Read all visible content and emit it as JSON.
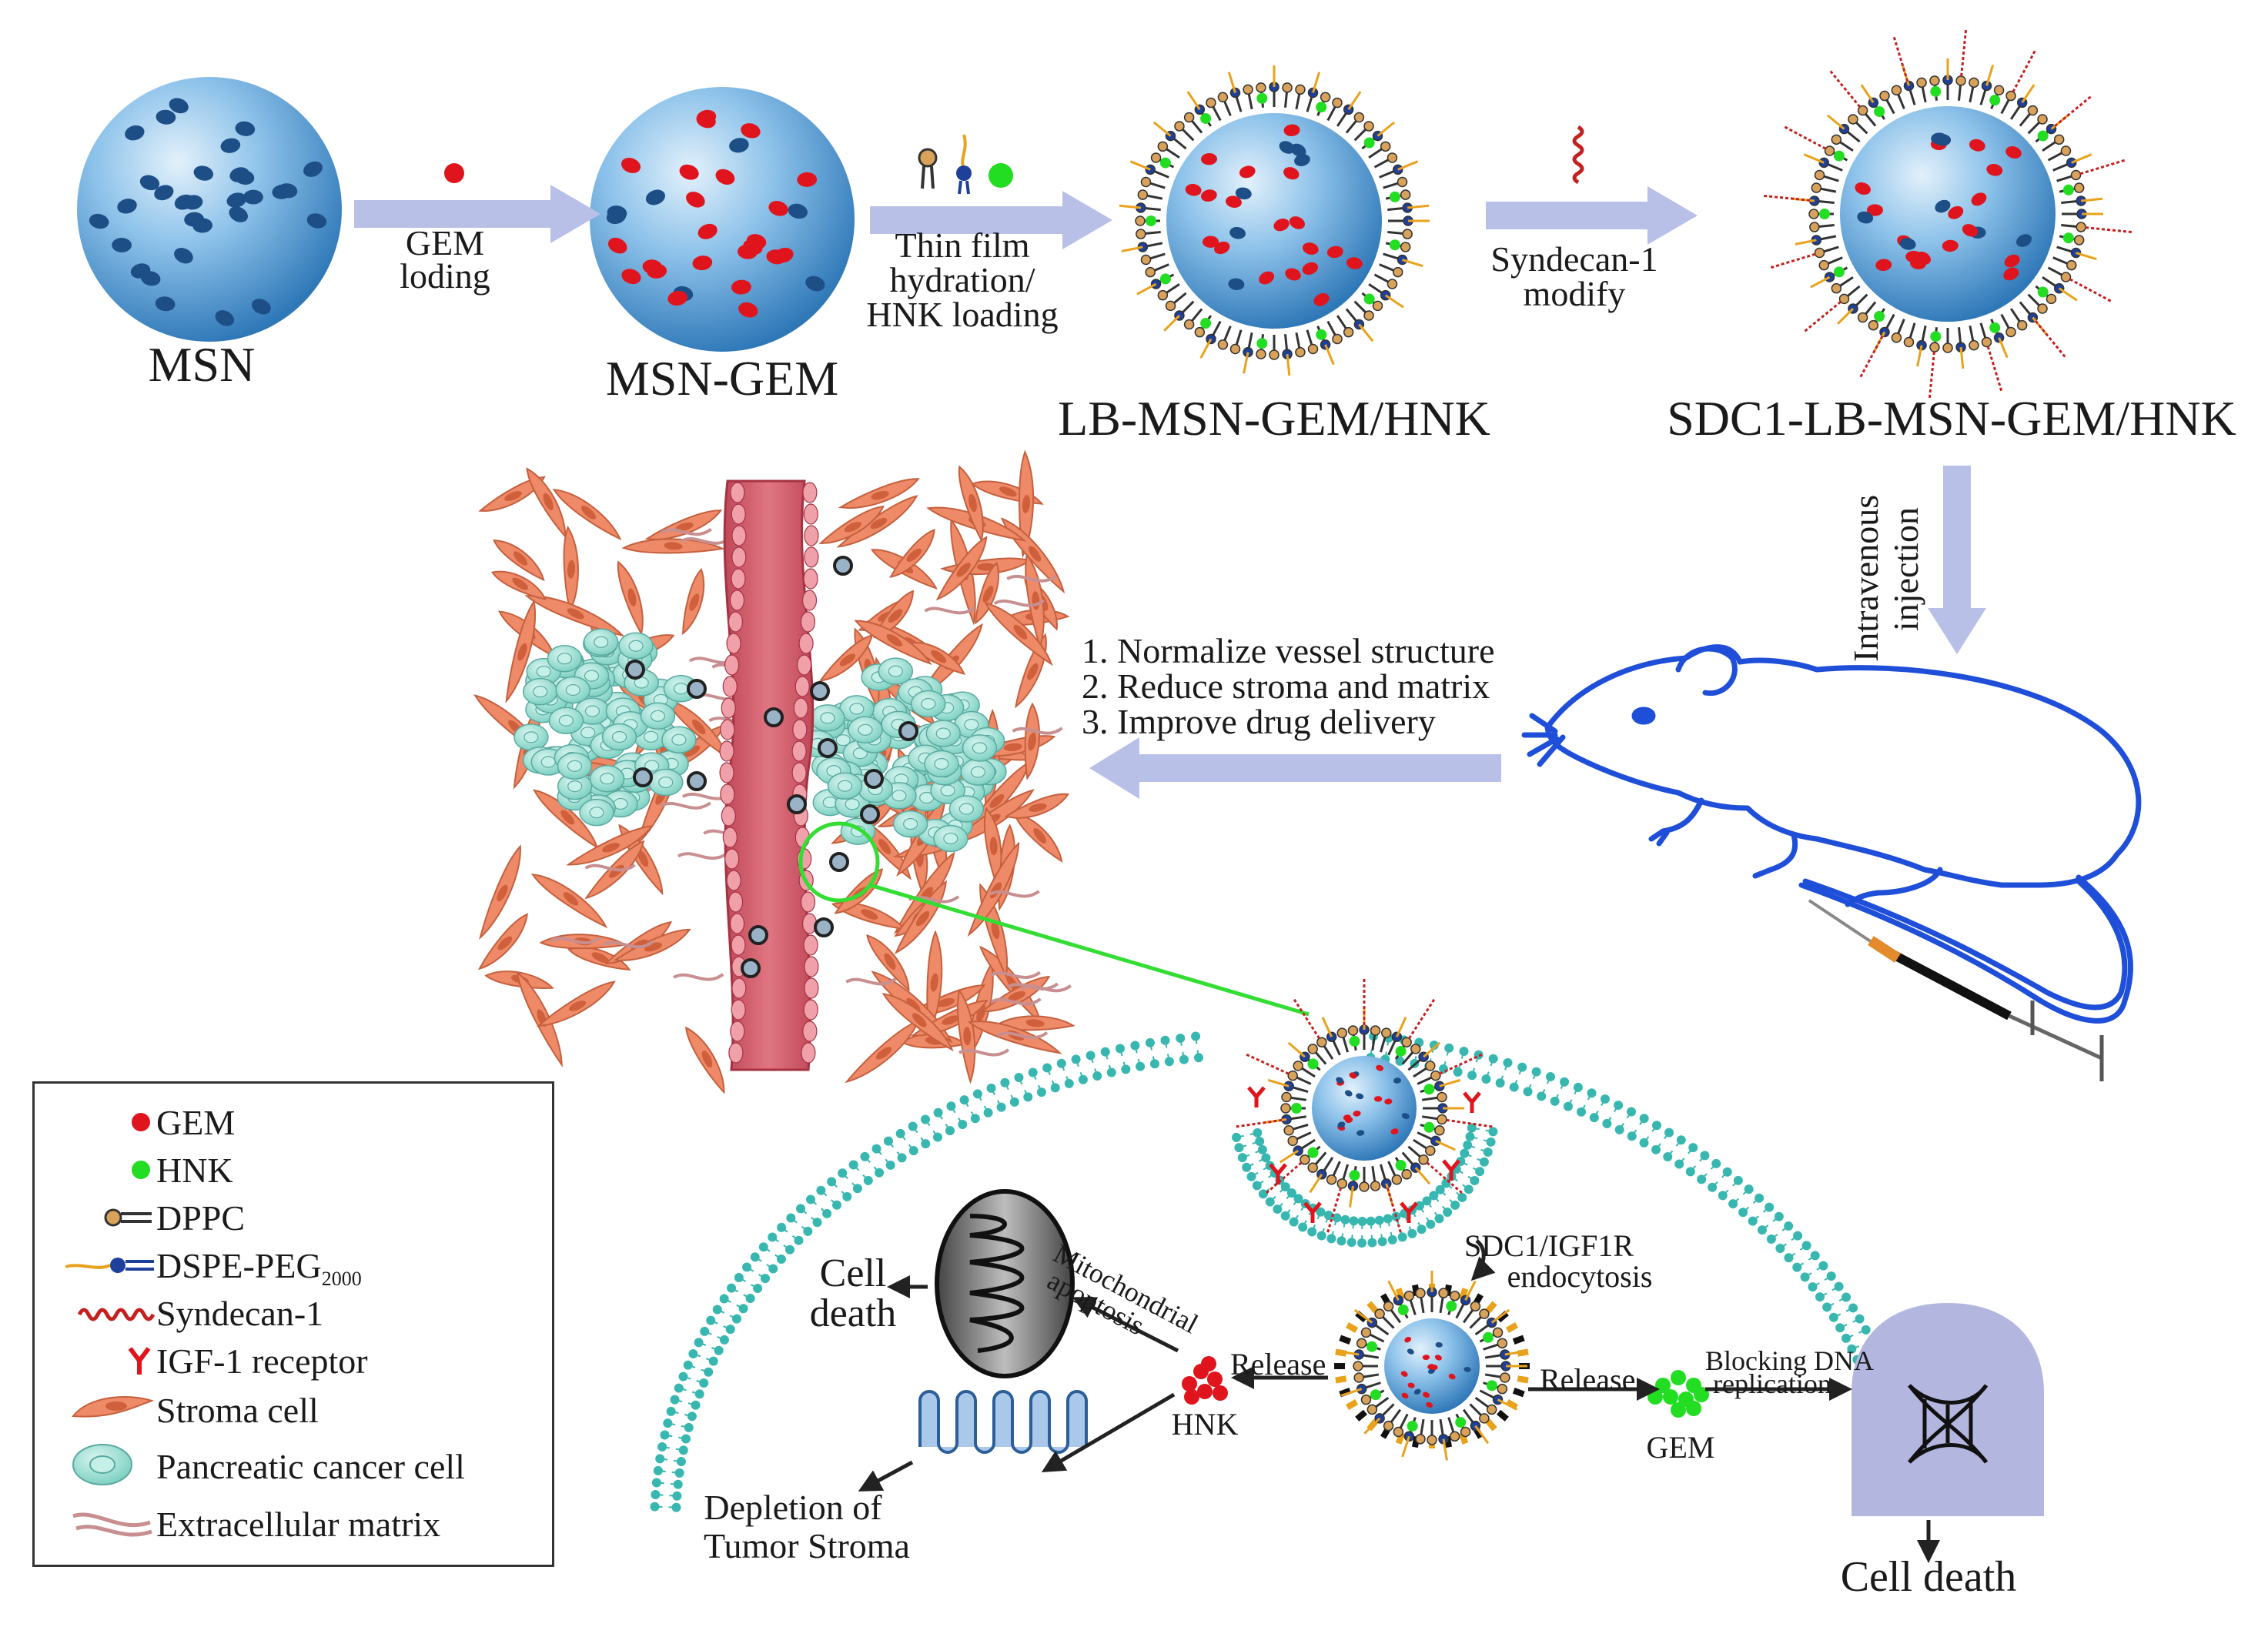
{
  "stages": {
    "msn": "MSN",
    "msn_gem": "MSN-GEM",
    "lb": "LB-MSN-GEM/HNK",
    "sdc1": "SDC1-LB-MSN-GEM/HNK"
  },
  "steps": {
    "gem_loading_l1": "GEM",
    "gem_loading_l2": "loding",
    "thin_film_l1": "Thin film",
    "thin_film_l2": "hydration/",
    "thin_film_l3": "HNK loading",
    "syndecan_l1": "Syndecan-1",
    "syndecan_l2": "modify",
    "iv_l1": "Intravenous",
    "iv_l2": "injection"
  },
  "effects": [
    "1. Normalize vessel structure",
    "2. Reduce stroma and matrix",
    "3. Improve drug delivery"
  ],
  "cell": {
    "endocytosis_l1": "SDC1/IGF1R",
    "endocytosis_l2": "endocytosis",
    "release_left": "Release",
    "release_right": "Release",
    "hnk": "HNK",
    "gem": "GEM",
    "blocking_l1": "Blocking DNA",
    "blocking_l2": "replication",
    "mito_l1": "Mitochondrial",
    "mito_l2": "apoptosis",
    "cell_death_left_l1": "Cell",
    "cell_death_left_l2": "death",
    "depletion_l1": "Depletion of",
    "depletion_l2": "Tumor Stroma",
    "cell_death_bottom": "Cell death"
  },
  "legend": [
    {
      "icon": "gem-dot-icon",
      "label": "GEM"
    },
    {
      "icon": "hnk-dot-icon",
      "label": "HNK"
    },
    {
      "icon": "dppc-lipid-icon",
      "label": "DPPC"
    },
    {
      "icon": "dspe-peg-lipid-icon",
      "label": "DSPE-PEG",
      "sub": "2000"
    },
    {
      "icon": "syndecan-wave-icon",
      "label": "Syndecan-1"
    },
    {
      "icon": "igf1-receptor-icon",
      "label": "IGF-1 receptor"
    },
    {
      "icon": "stroma-cell-icon",
      "label": "Stroma cell"
    },
    {
      "icon": "pancreatic-cancer-cell-icon",
      "label": "Pancreatic cancer cell"
    },
    {
      "icon": "extracellular-matrix-icon",
      "label": "Extracellular matrix"
    }
  ],
  "colors": {
    "gem": "#e0141c",
    "hnk": "#22dd22",
    "msn": "#5aa2d8",
    "arrow": "#b8c0e8",
    "vessel": "#d9606a",
    "stroma": "#ee8a68",
    "cancer_cell": "#a7e3d8",
    "mouse": "#1f4fd8",
    "membrane": "#38b7b0",
    "zoom_line": "#33dd33",
    "nucleus": "#b3b7e0"
  }
}
